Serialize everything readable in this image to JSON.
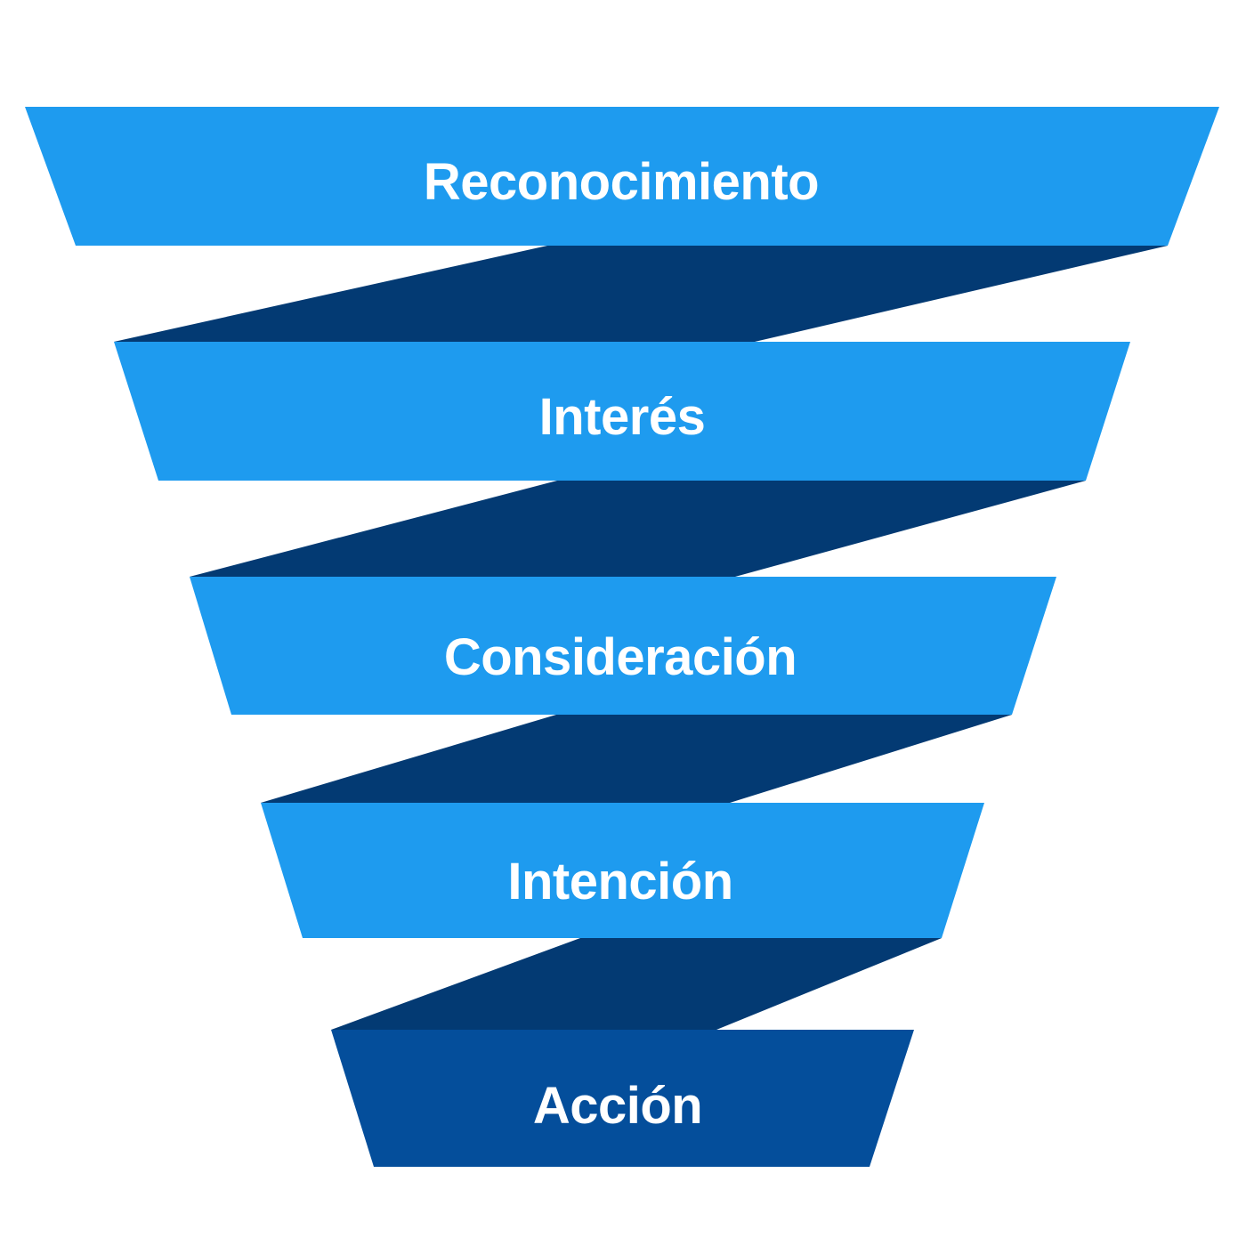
{
  "colors": {
    "band_light": "#1e9bef",
    "band_dark": "#044e9b",
    "connector": "#033a73",
    "label": "#ffffff",
    "background": "#ffffff"
  },
  "stages": [
    {
      "id": "reconocimiento",
      "label": "Reconocimiento",
      "variant": "light"
    },
    {
      "id": "interes",
      "label": "Interés",
      "variant": "light"
    },
    {
      "id": "consideracion",
      "label": "Consideración",
      "variant": "light"
    },
    {
      "id": "intencion",
      "label": "Intención",
      "variant": "light"
    },
    {
      "id": "accion",
      "label": "Acción",
      "variant": "dark"
    }
  ]
}
